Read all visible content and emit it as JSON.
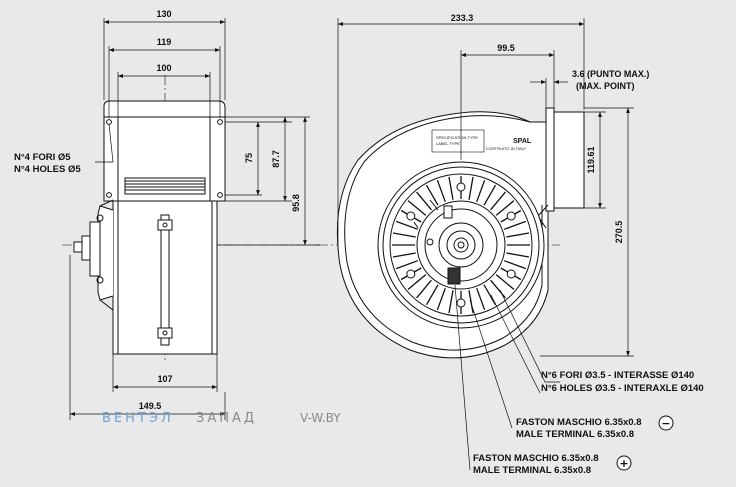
{
  "side_view": {
    "dims": {
      "w130": "130",
      "w119": "119",
      "w100": "100",
      "h75": "75",
      "h87_7": "87.7",
      "h95_8": "95.8",
      "w107": "107",
      "w149_5": "149.5"
    },
    "holes_note": [
      "N°4 FORI Ø5",
      "N°4 HOLES Ø5"
    ]
  },
  "front_view": {
    "dims": {
      "w233_3": "233.3",
      "w99_5": "99.5",
      "h119_61": "119.61",
      "h270_5": "270.5"
    },
    "punto_max": [
      "3.6 (PUNTO MAX.)",
      "(MAX. POINT)"
    ],
    "label_brand": "SPAL",
    "label_small": [
      "SPECIFICATION TYPE",
      "LABEL TYPE"
    ],
    "label_country": "COSTRUITO IN   ITALY",
    "callouts": {
      "holes": [
        "N°6 FORI Ø3.5 - INTERASSE Ø140",
        "N°6 HOLES Ø3.5 - INTERAXLE Ø140"
      ],
      "terminal_neg": [
        "FASTON MASCHIO 6.35x0.8",
        "MALE TERMINAL 6.35x0.8"
      ],
      "terminal_pos": [
        "FASTON MASCHIO 6.35x0.8",
        "MALE TERMINAL 6.35x0.8"
      ]
    },
    "polarity": {
      "neg": "−",
      "pos": "+"
    }
  },
  "watermark": {
    "brand_part1": "ВЕНТЭЛ",
    "brand_part2": "ЗАПАД",
    "site": "V-W.BY"
  },
  "colors": {
    "background": "#e9e9e9",
    "line": "#111111",
    "body_fill": "#ffffff",
    "watermark_blue": "#6fa2d6"
  }
}
